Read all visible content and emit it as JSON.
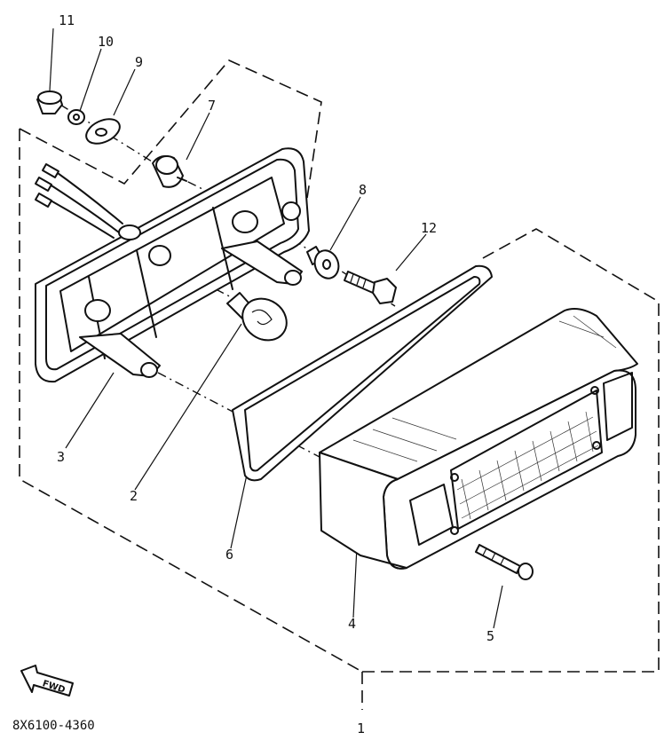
{
  "diagram": {
    "part_labels": [
      "11",
      "10",
      "9",
      "7",
      "8",
      "12",
      "3",
      "2",
      "6",
      "4",
      "5",
      "1"
    ],
    "drawing_code": "8X6100-4360",
    "direction_arrow_text": "FWD"
  }
}
